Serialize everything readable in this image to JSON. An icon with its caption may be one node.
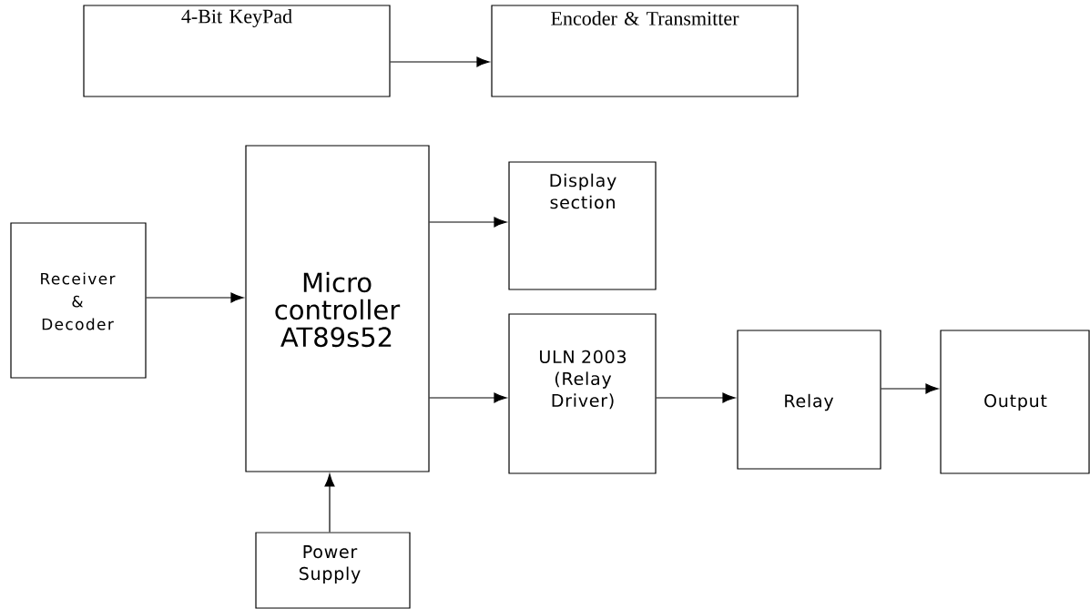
{
  "diagram": {
    "nodes": [
      {
        "text": [
          "4-Bit KeyPad"
        ]
      },
      {
        "text": [
          "Encoder & Transmitter"
        ]
      },
      {
        "text": [
          "Receiver & Decoder"
        ]
      },
      {
        "text": [
          "Micro controller AT89s52"
        ]
      },
      {
        "text": [
          "Display section"
        ]
      },
      {
        "text": [
          "ULN 2003 (Relay Driver)"
        ]
      },
      {
        "text": [
          "Relay"
        ]
      },
      {
        "text": [
          "Output"
        ]
      },
      {
        "text": [
          "Power Supply"
        ]
      }
    ],
    "edges": [
      {
        "from": 0,
        "to": 1,
        "arrow": "to"
      },
      {
        "from": 2,
        "to": 3,
        "arrow": "to"
      },
      {
        "from": 3,
        "to": 4,
        "arrow": "to"
      },
      {
        "from": 3,
        "to": 5,
        "arrow": "to"
      },
      {
        "from": 5,
        "to": 6,
        "arrow": "to"
      },
      {
        "from": 6,
        "to": 7,
        "arrow": "to"
      },
      {
        "from": 8,
        "to": 3,
        "arrow": "to"
      }
    ]
  }
}
